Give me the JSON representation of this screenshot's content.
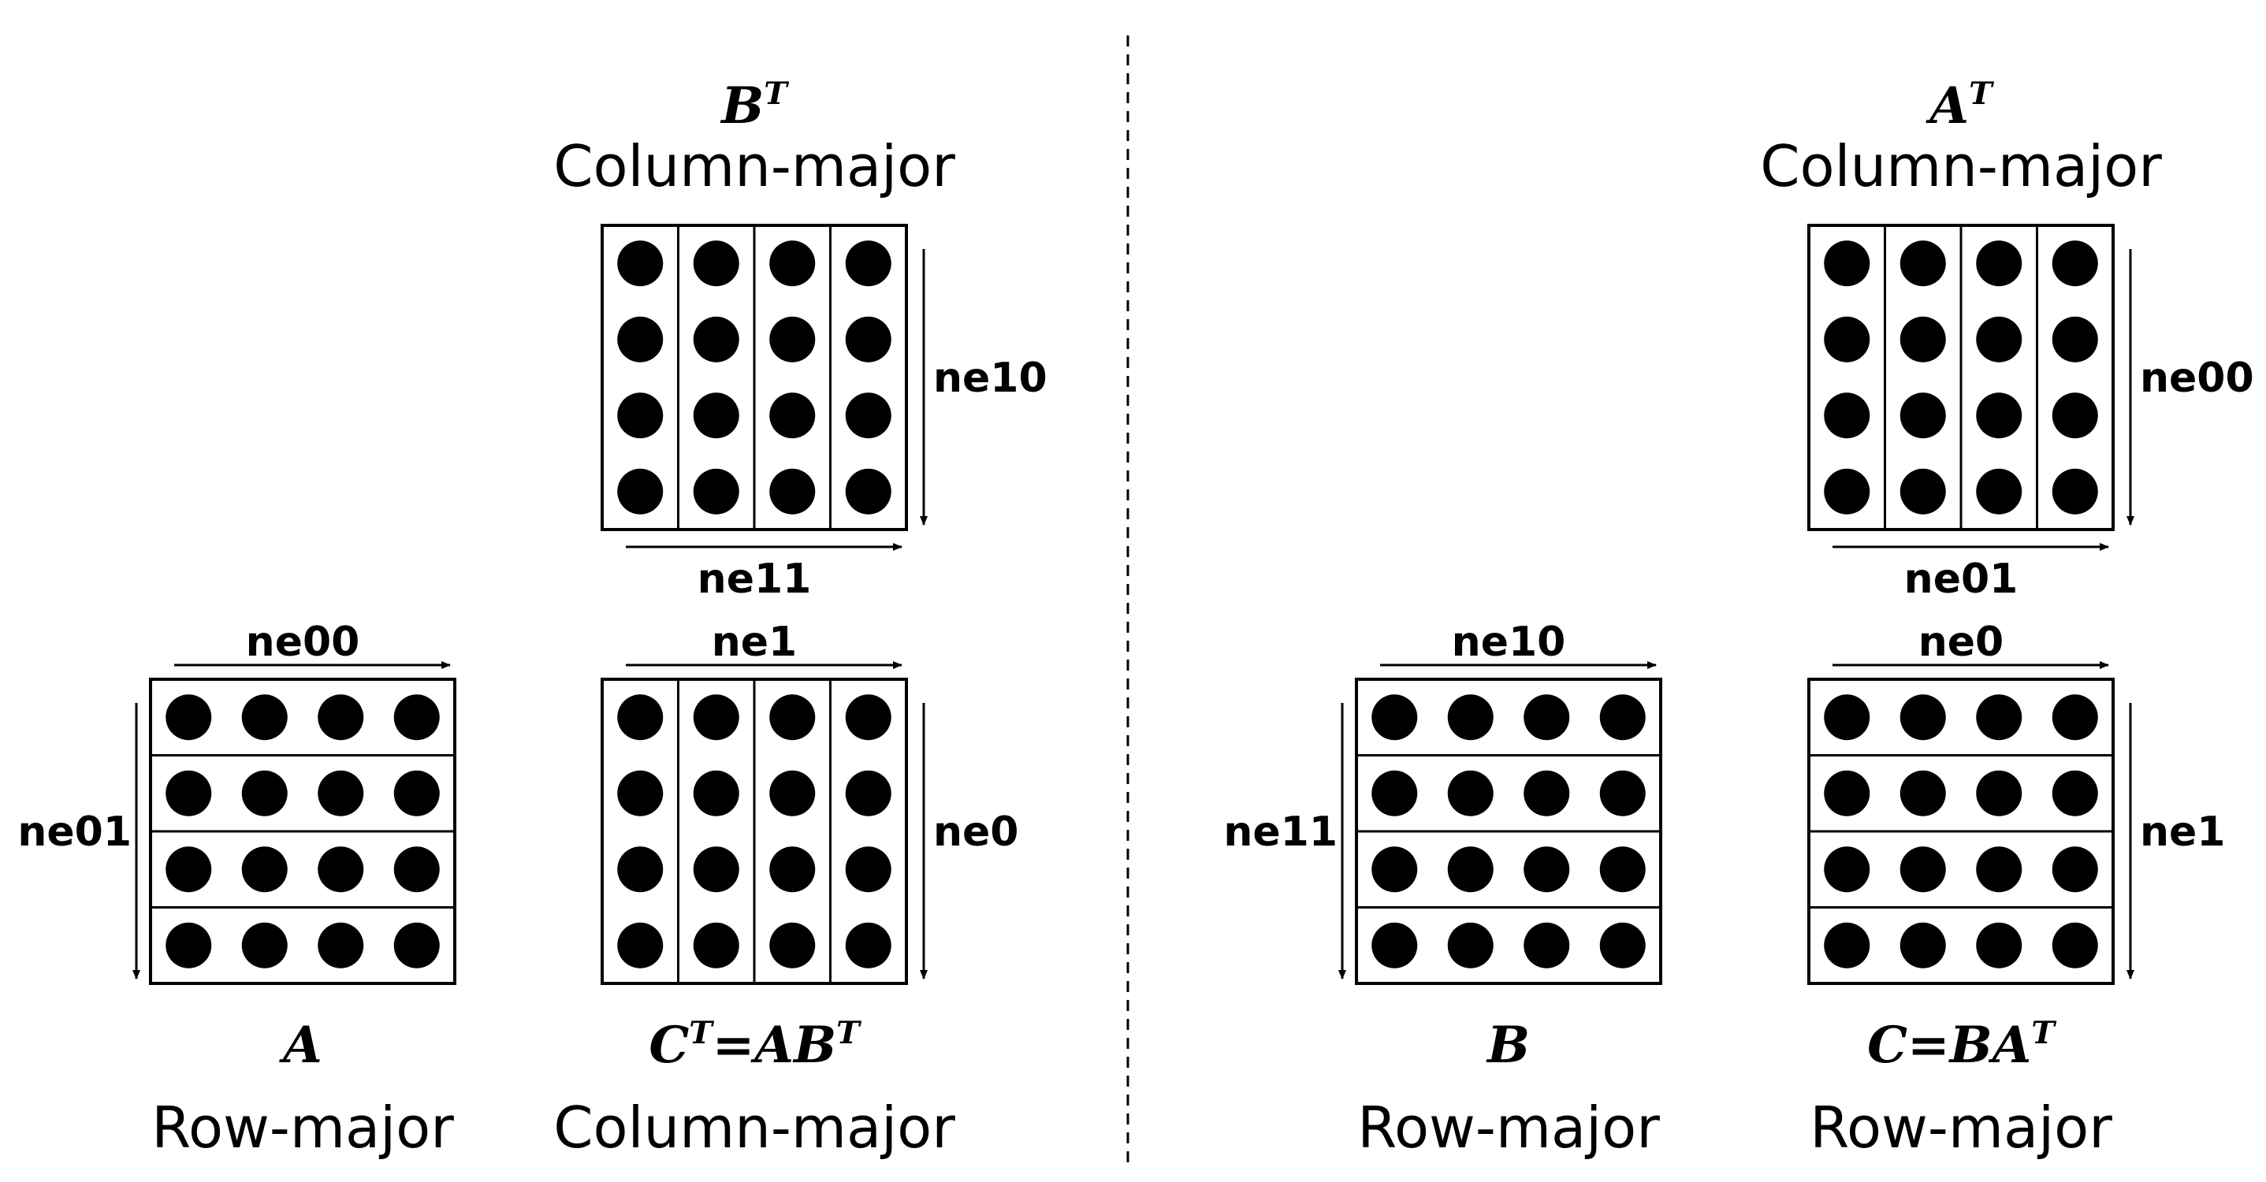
{
  "divider": {
    "style": "dashed"
  },
  "matrices": [
    {
      "id": "bt-left",
      "symbol": "B",
      "sup": "T",
      "layout": "Column-major",
      "orientation": "column",
      "horizontal_label": "ne11",
      "vertical_label": "ne10",
      "title_position": "above",
      "h_label_position": "below",
      "v_label_side": "right"
    },
    {
      "id": "a-left",
      "symbol": "A",
      "sup": "",
      "layout": "Row-major",
      "orientation": "row",
      "horizontal_label": "ne00",
      "vertical_label": "ne01",
      "title_position": "below",
      "h_label_position": "above",
      "v_label_side": "left"
    },
    {
      "id": "ct-left",
      "symbol": "C",
      "sup": "T",
      "expr": "=AB",
      "expr_sup": "T",
      "layout": "Column-major",
      "orientation": "column",
      "horizontal_label": "ne1",
      "vertical_label": "ne0",
      "title_position": "below",
      "h_label_position": "above",
      "v_label_side": "right"
    },
    {
      "id": "at-right",
      "symbol": "A",
      "sup": "T",
      "layout": "Column-major",
      "orientation": "column",
      "horizontal_label": "ne01",
      "vertical_label": "ne00",
      "title_position": "above",
      "h_label_position": "below",
      "v_label_side": "right"
    },
    {
      "id": "b-right",
      "symbol": "B",
      "sup": "",
      "layout": "Row-major",
      "orientation": "row",
      "horizontal_label": "ne10",
      "vertical_label": "ne11",
      "title_position": "below",
      "h_label_position": "above",
      "v_label_side": "left"
    },
    {
      "id": "c-right",
      "symbol": "C",
      "sup": "",
      "expr": "=BA",
      "expr_sup": "T",
      "layout": "Row-major",
      "orientation": "row",
      "horizontal_label": "ne0",
      "vertical_label": "ne1",
      "title_position": "below",
      "h_label_position": "above",
      "v_label_side": "right"
    }
  ]
}
